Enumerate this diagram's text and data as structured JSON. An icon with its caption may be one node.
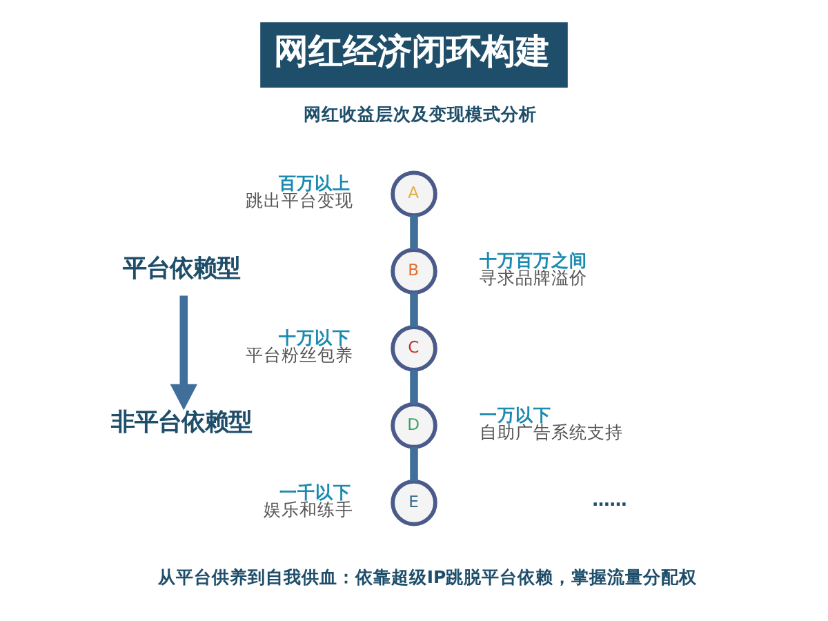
{
  "diagram": {
    "title": "网红经济闭环构建",
    "nodes": [
      {
        "text": [
          "平台依赖型"
        ]
      },
      {
        "text": [
          "非平台依赖型"
        ]
      },
      {
        "text": [
          "A"
        ],
        "beside": [
          "百万以上",
          "跳出平台变现"
        ]
      },
      {
        "text": [
          "B"
        ],
        "beside": [
          "十万百万之间",
          "寻求品牌溢价"
        ]
      },
      {
        "text": [
          "C"
        ],
        "beside": [
          "十万以下",
          "平台粉丝包养"
        ]
      },
      {
        "text": [
          "D"
        ],
        "beside": [
          "一万以下",
          "自助广告系统支持"
        ]
      },
      {
        "text": [
          "E"
        ],
        "beside": [
          "一千以下",
          "娱乐和练手"
        ]
      }
    ],
    "edges": [
      {
        "from": 0,
        "to": 1,
        "arrow": "to"
      },
      {
        "from": 2,
        "to": 3,
        "arrow": "none"
      },
      {
        "from": 3,
        "to": 4,
        "arrow": "none"
      },
      {
        "from": 4,
        "to": 5,
        "arrow": "none"
      },
      {
        "from": 5,
        "to": 6,
        "arrow": "none"
      }
    ],
    "labels": [
      "网红收益层次及变现模式分析",
      "……",
      "从平台供养到自我供血：依靠超级IP跳脱平台依赖，掌握流量分配权"
    ]
  }
}
